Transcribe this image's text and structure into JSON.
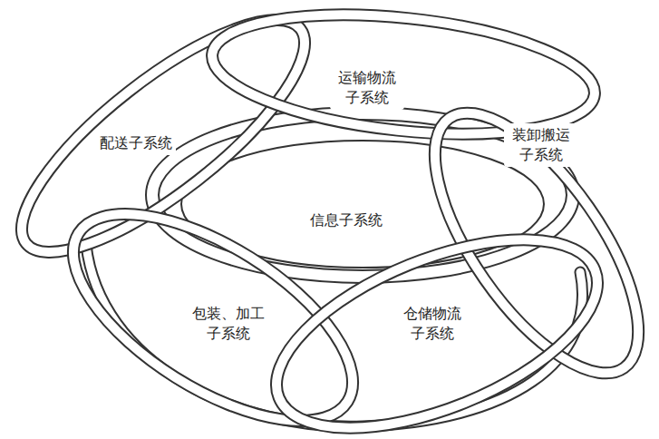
{
  "diagram": {
    "nodes": [
      {
        "text": [
          "运输物流 子系统"
        ]
      },
      {
        "text": [
          "配送子系统"
        ]
      },
      {
        "text": [
          "装卸搬运 子系统"
        ]
      },
      {
        "text": [
          "信息子系统"
        ]
      },
      {
        "text": [
          "包装、加工 子系统"
        ]
      },
      {
        "text": [
          "仓储物流 子系统"
        ]
      }
    ]
  }
}
